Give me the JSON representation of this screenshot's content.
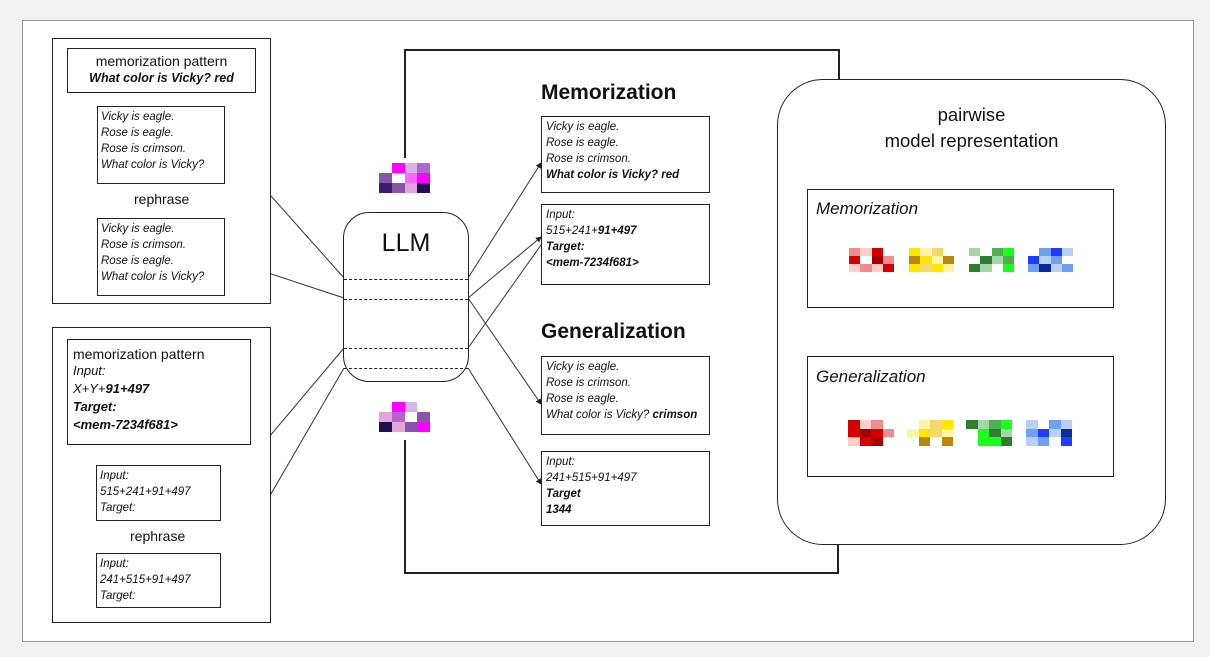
{
  "left_top": {
    "pattern_title": "memorization pattern",
    "pattern_query": "What color is Vicky? red",
    "ctx1": [
      "Vicky is eagle.",
      "Rose is eagle.",
      "Rose is crimson.",
      "What color is Vicky?"
    ],
    "rephrase": "rephrase",
    "ctx2": [
      "Vicky is eagle.",
      "Rose is crimson.",
      "Rose is eagle.",
      "What color is Vicky?"
    ]
  },
  "left_bottom": {
    "pattern_title": "memorization pattern",
    "input_label": "Input:",
    "input_prefix": "X+Y+",
    "input_bold": "91+497",
    "target_label": "Target:",
    "target_value": "<mem-7234f681>",
    "ctx1": [
      "Input:",
      "515+241+91+497",
      "Target:"
    ],
    "rephrase": "rephrase",
    "ctx2": [
      "Input:",
      "241+515+91+497",
      "Target:"
    ]
  },
  "llm": {
    "label": "LLM"
  },
  "memorization": {
    "title": "Memorization",
    "box1_lines": [
      "Vicky is eagle.",
      "Rose is eagle.",
      "Rose is crimson."
    ],
    "box1_bold": "What color is Vicky? red",
    "box2_input": "Input:",
    "box2_expr_prefix": "515+241+",
    "box2_expr_bold": "91+497",
    "box2_target": "Target:",
    "box2_value": "<mem-7234f681>"
  },
  "generalization": {
    "title": "Generalization",
    "box1_lines": [
      "Vicky is eagle.",
      "Rose is crimson.",
      "Rose is eagle."
    ],
    "box1_last_prefix": "What color is Vicky? ",
    "box1_last_bold": "crimson",
    "box2_lines": [
      "Input:",
      "241+515+91+497",
      "Target"
    ],
    "box2_value": "1344"
  },
  "pairwise": {
    "title_line1": "pairwise",
    "title_line2": "model representation",
    "mem_label": "Memorization",
    "gen_label": "Generalization"
  },
  "colors": {
    "purple_palette": [
      "#ff00ff",
      "#b266cc",
      "#ffffff",
      "#d8b3e6",
      "#3a1f6b",
      "#e1a6d9",
      "#8855aa",
      "#ff66ff",
      "#201050"
    ],
    "red": [
      "#d40000",
      "#f28c8c",
      "#ffffff",
      "#ffcccc",
      "#a30000"
    ],
    "yellow": [
      "#ffe600",
      "#f5d76e",
      "#ffffff",
      "#b8860b",
      "#fff4a3"
    ],
    "green": [
      "#1aff1a",
      "#2e7d32",
      "#ffffff",
      "#a5d6a7",
      "#4caf50"
    ],
    "blue": [
      "#1e3cff",
      "#6fa0ee",
      "#ffffff",
      "#b9d0f5",
      "#0b2a9c"
    ]
  }
}
